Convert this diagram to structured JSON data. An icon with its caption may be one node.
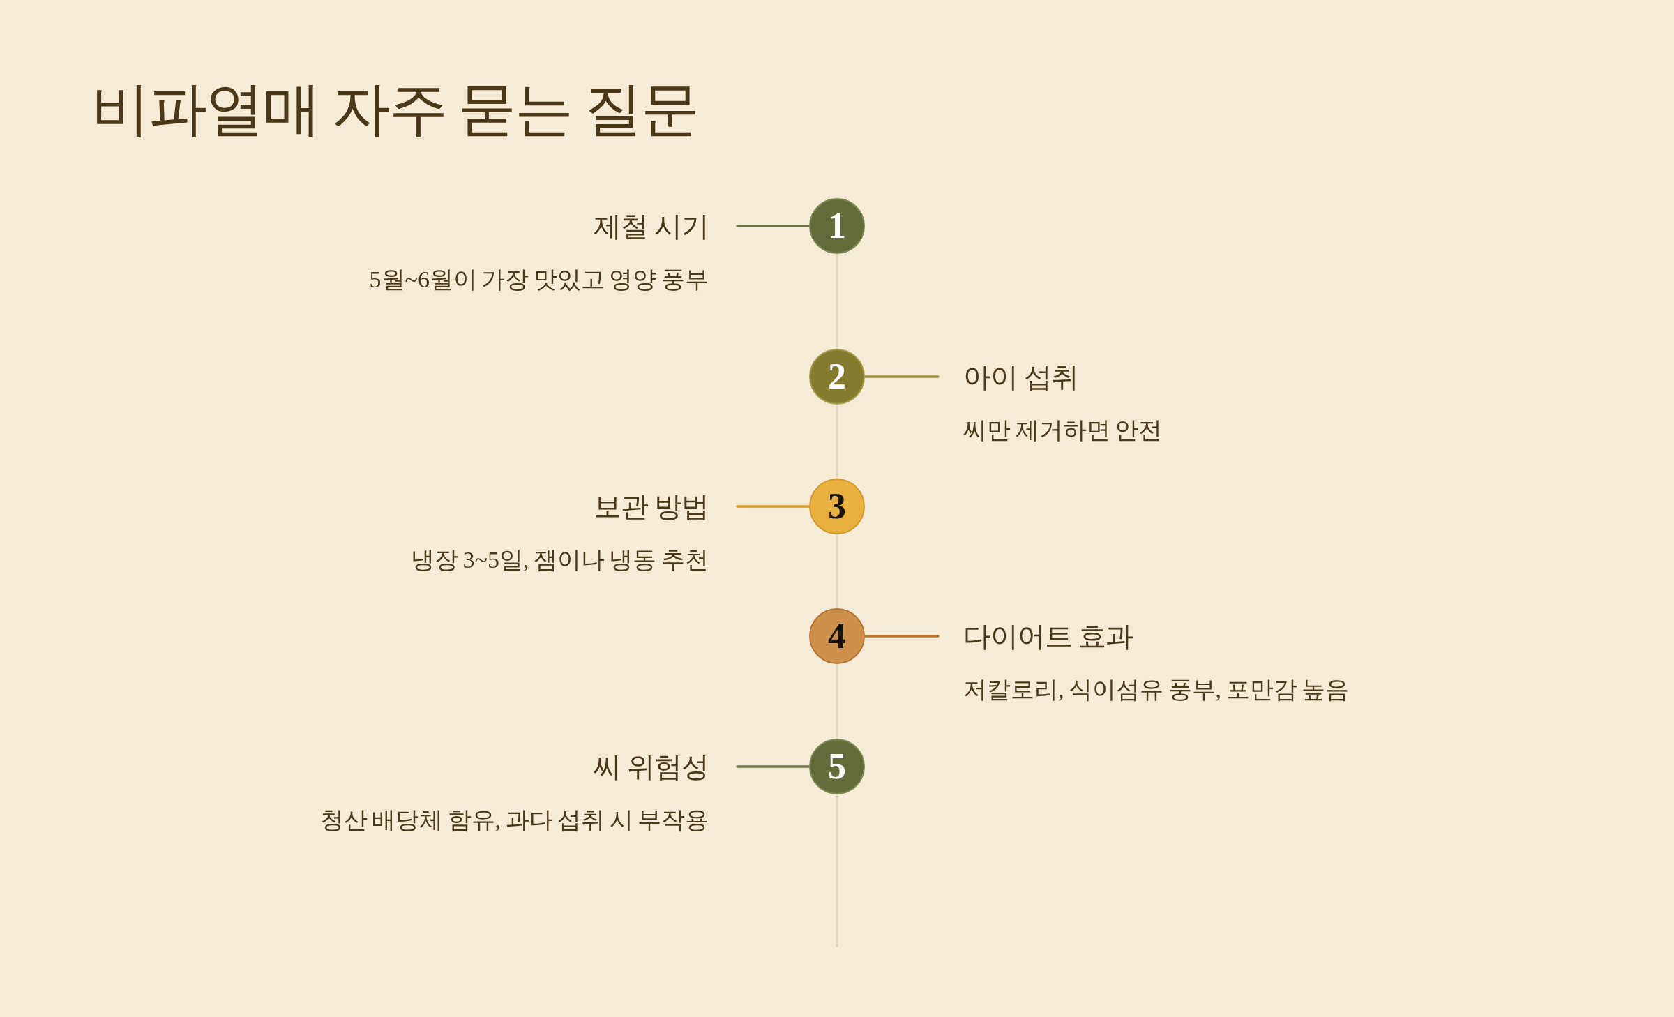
{
  "diagram": {
    "title": "비파열매 자주 묻는 질문",
    "nodes": [
      {
        "text": [
          "제철 시기",
          "5월~6월이 가장 맛있고 영양 풍부"
        ]
      },
      {
        "text": [
          "1"
        ]
      },
      {
        "text": [
          "2"
        ]
      },
      {
        "text": [
          "아이 섭취",
          "씨만 제거하면 안전"
        ]
      },
      {
        "text": [
          "보관 방법",
          "냉장 3~5일, 잼이나 냉동 추천"
        ]
      },
      {
        "text": [
          "3"
        ]
      },
      {
        "text": [
          "4"
        ]
      },
      {
        "text": [
          "다이어트 효과",
          "저칼로리, 식이섬유 풍부, 포만감 높음"
        ]
      },
      {
        "text": [
          "씨 위험성",
          "청산 배당체 함유, 과다 섭취 시 부작용"
        ]
      },
      {
        "text": [
          "5"
        ]
      }
    ],
    "edges": [
      {
        "from": 1,
        "to": 0,
        "arrow": "none",
        "color": "#6b7745"
      },
      {
        "from": 1,
        "to": 2,
        "arrow": "none"
      },
      {
        "from": 2,
        "to": 3,
        "arrow": "none",
        "color": "#9a8f3e"
      },
      {
        "from": 2,
        "to": 5,
        "arrow": "none"
      },
      {
        "from": 5,
        "to": 4,
        "arrow": "none",
        "color": "#d39a2b"
      },
      {
        "from": 5,
        "to": 6,
        "arrow": "none"
      },
      {
        "from": 6,
        "to": 7,
        "arrow": "none",
        "color": "#b9772f"
      },
      {
        "from": 6,
        "to": 9,
        "arrow": "none"
      },
      {
        "from": 9,
        "to": 8,
        "arrow": "none",
        "color": "#6b7745"
      },
      {
        "from": 9,
        "to": null,
        "arrow": "none"
      }
    ]
  }
}
